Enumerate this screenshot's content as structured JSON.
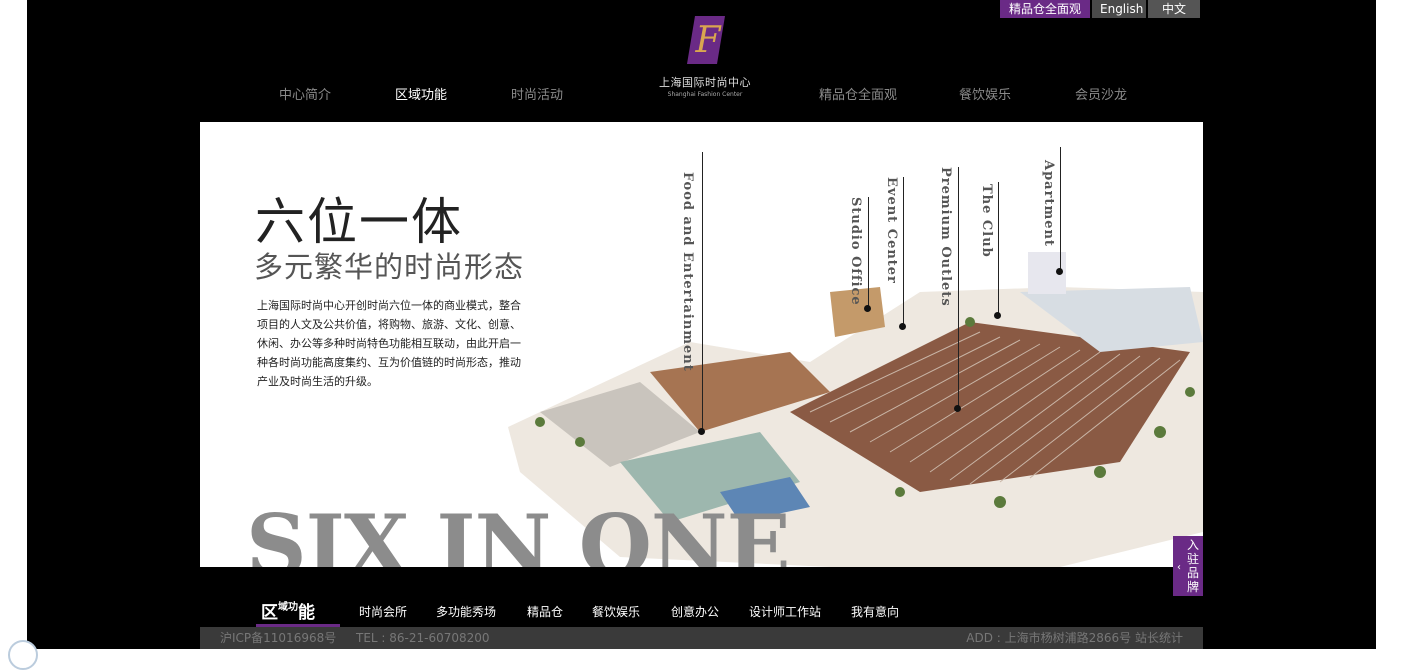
{
  "lang_bar": {
    "premium": "精品仓全面观",
    "english": "English",
    "chinese": "中文"
  },
  "logo": {
    "cn": "上海国际时尚中心",
    "en": "Shanghai Fashion Center",
    "letter": "F"
  },
  "nav": [
    "中心简介",
    "区域功能",
    "时尚活动",
    "精品仓全面观",
    "餐饮娱乐",
    "会员沙龙"
  ],
  "hero": {
    "title": "六位一体",
    "subtitle": "多元繁华的时尚形态",
    "body": "上海国际时尚中心开创时尚六位一体的商业模式，整合项目的人文及公共价值，将购物、旅游、文化、创意、休闲、办公等多种时尚特色功能相互联动，由此开启一种各时尚功能高度集约、互为价值链的时尚形态，推动产业及时尚生活的升级。",
    "big_text": "SIX IN ONE",
    "labels": [
      "Food and Entertainment",
      "Studio Office",
      "Event Center",
      "Premium Outlets",
      "The Club",
      "Apartment"
    ]
  },
  "side_tab": "入驻品牌",
  "subnav": {
    "title_a": "区",
    "title_b": "域",
    "title_c": "功",
    "title_d": "能",
    "items": [
      "时尚会所",
      "多功能秀场",
      "精品仓",
      "餐饮娱乐",
      "创意办公",
      "设计师工作站",
      "我有意向"
    ]
  },
  "footer": {
    "icp": "沪ICP备11016968号",
    "tel": "TEL : 86-21-60708200",
    "addr": "ADD : 上海市杨树浦路2866号 站长统计"
  },
  "colors": {
    "accent": "#6a2a86",
    "bg": "#000000"
  }
}
